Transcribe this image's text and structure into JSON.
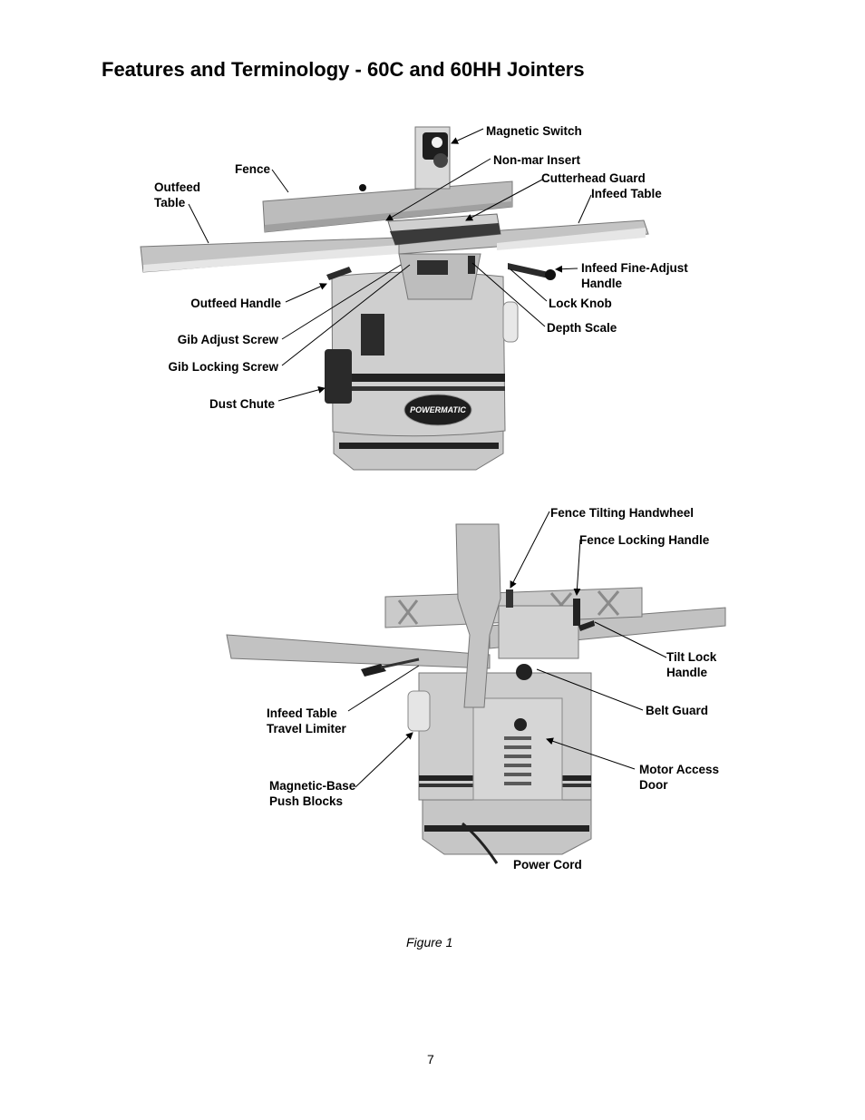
{
  "title": "Features and Terminology - 60C and 60HH Jointers",
  "figure_top": {
    "brand_logo": "POWERMATIC",
    "labels": {
      "magnetic_switch": "Magnetic Switch",
      "non_mar_insert": "Non-mar Insert",
      "fence": "Fence",
      "cutterhead_guard": "Cutterhead Guard",
      "outfeed_table": [
        "Outfeed",
        "Table"
      ],
      "infeed_table": "Infeed Table",
      "infeed_fine_adjust_handle": [
        "Infeed Fine-Adjust",
        "Handle"
      ],
      "outfeed_handle": "Outfeed Handle",
      "lock_knob": "Lock Knob",
      "depth_scale": "Depth Scale",
      "gib_adjust_screw": "Gib Adjust Screw",
      "gib_locking_screw": "Gib Locking Screw",
      "dust_chute": "Dust Chute"
    }
  },
  "figure_bottom": {
    "labels": {
      "fence_tilting_handwheel": "Fence Tilting Handwheel",
      "fence_locking_handle": "Fence Locking Handle",
      "tilt_lock_handle": [
        "Tilt Lock",
        "Handle"
      ],
      "belt_guard": "Belt Guard",
      "infeed_table_travel_limiter": [
        "Infeed Table",
        "Travel Limiter"
      ],
      "motor_access_door": [
        "Motor Access",
        "Door"
      ],
      "magnetic_base_push_blocks": [
        "Magnetic-Base",
        "Push Blocks"
      ],
      "power_cord": "Power Cord"
    }
  },
  "caption": "Figure 1",
  "page_number": "7"
}
